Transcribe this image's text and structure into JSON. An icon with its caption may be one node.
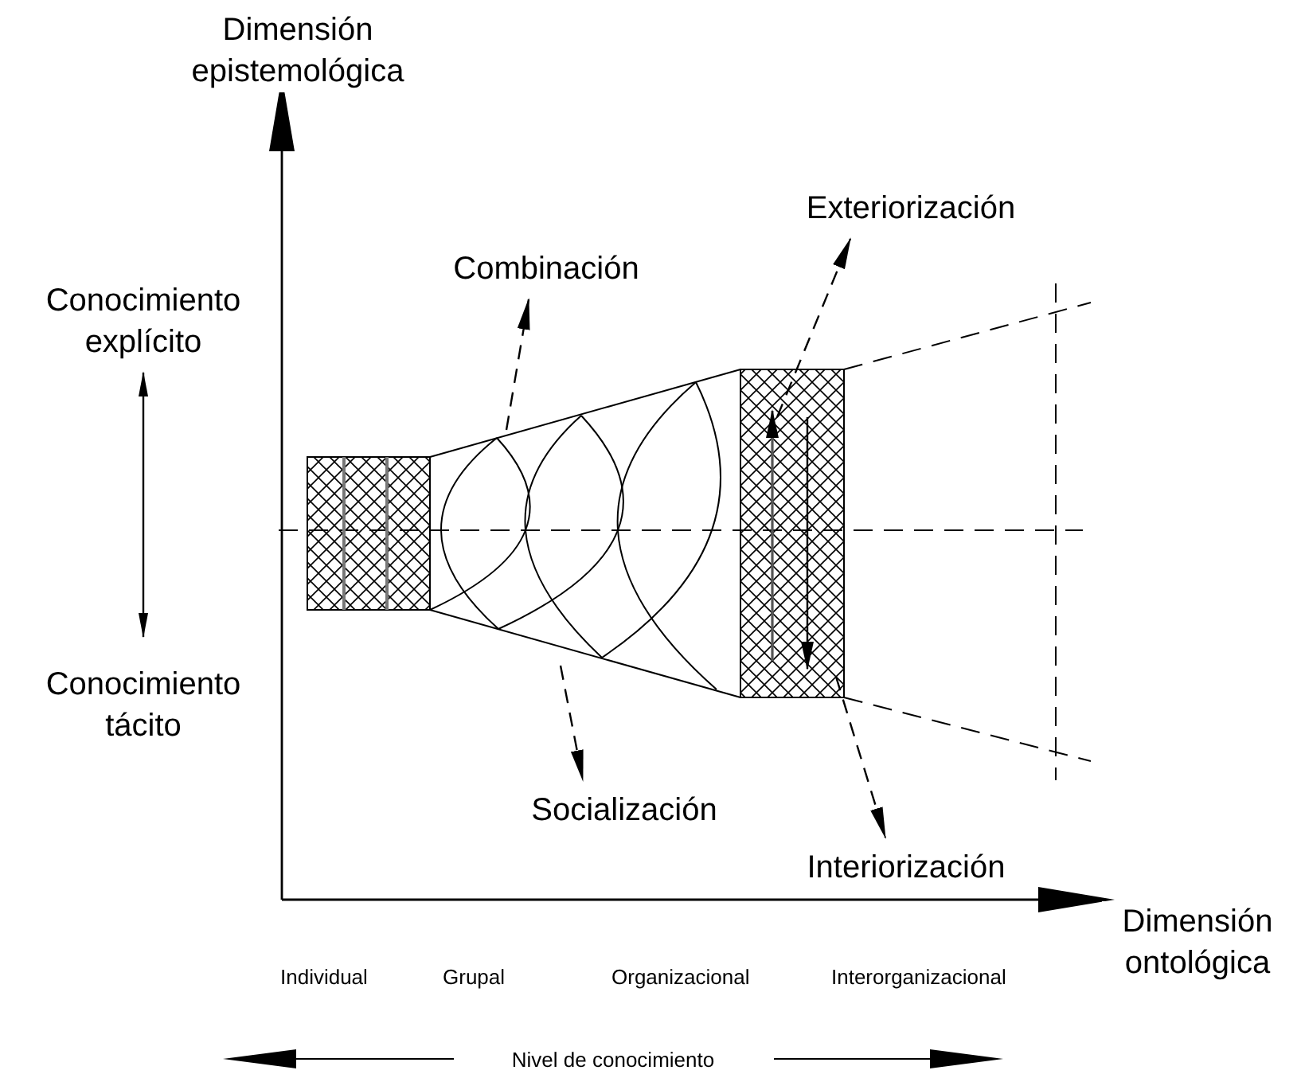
{
  "diagram": {
    "nodes": [
      {
        "text": [
          "Conocimiento explícito"
        ]
      },
      {
        "text": [
          "Conocimiento tácito"
        ]
      },
      {
        "text": [
          "Combinación"
        ]
      },
      {
        "text": [
          "Exteriorización"
        ]
      },
      {
        "text": [
          "Socialización"
        ]
      },
      {
        "text": [
          "Interiorización"
        ]
      }
    ],
    "edges": [
      {
        "from": 0,
        "to": 1,
        "arrow": "both"
      },
      {
        "from": null,
        "to": 2,
        "arrow": "to",
        "style": "dashed"
      },
      {
        "from": null,
        "to": 3,
        "arrow": "to",
        "style": "dashed"
      },
      {
        "from": null,
        "to": 4,
        "arrow": "to",
        "style": "dashed"
      },
      {
        "from": null,
        "to": 5,
        "arrow": "to",
        "style": "dashed"
      }
    ],
    "labels": [
      "Dimensión epistemológica",
      "Dimensión ontológica",
      "Individual",
      "Grupal",
      "Organizacional",
      "Interorganizacional",
      "Nivel de conocimiento"
    ]
  }
}
